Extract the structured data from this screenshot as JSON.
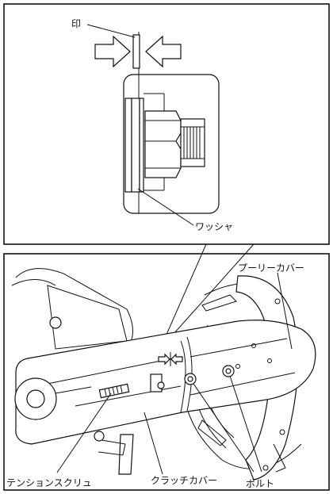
{
  "labels": {
    "mark": "印",
    "washer": "ワッシャ",
    "pulley_cover": "プーリーカバー",
    "tension_screw": "テンションスクリュ",
    "clutch_cover": "クラッチカバー",
    "bolt": "ボルト"
  },
  "icons": [
    "arrow-right-icon",
    "arrow-left-icon",
    "alignment-mark-icon"
  ]
}
